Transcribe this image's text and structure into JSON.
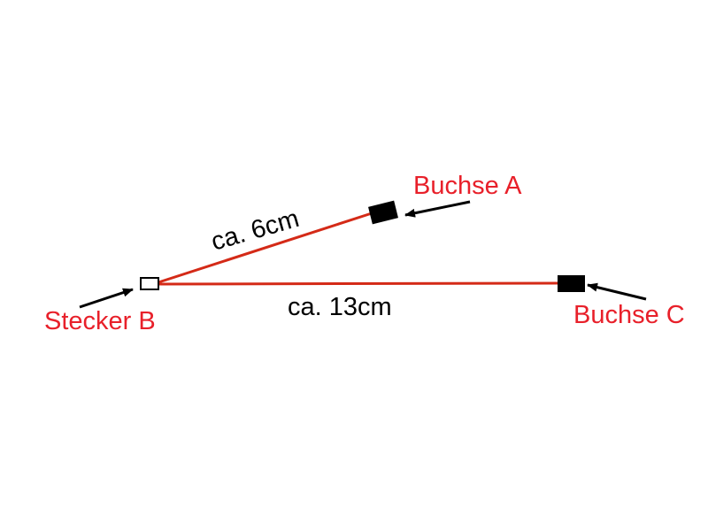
{
  "labels": {
    "buchse_a": "Buchse A",
    "buchse_c": "Buchse C",
    "stecker_b": "Stecker B",
    "length_ab": "ca. 6cm",
    "length_bc": "ca. 13cm"
  },
  "colors": {
    "wire": "#d42a17",
    "label_red": "#e8202a",
    "label_black": "#000000",
    "connector_fill": "#000000",
    "plug_fill": "#ffffff",
    "background": "#ffffff"
  }
}
